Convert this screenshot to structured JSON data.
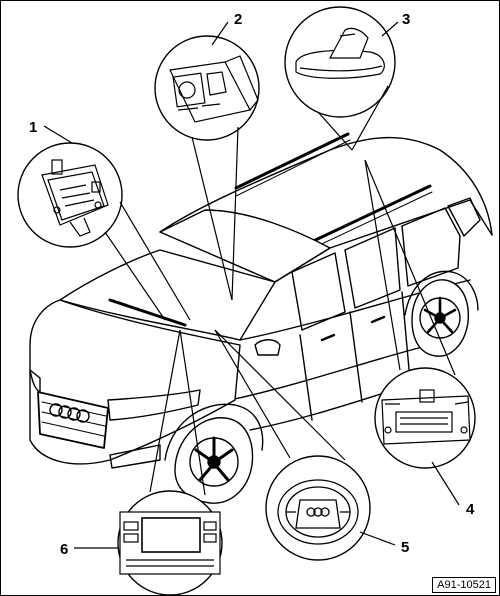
{
  "diagram": {
    "reference_code": "A91-10521",
    "callouts": [
      {
        "id": "1",
        "label": "1"
      },
      {
        "id": "2",
        "label": "2"
      },
      {
        "id": "3",
        "label": "3"
      },
      {
        "id": "4",
        "label": "4"
      },
      {
        "id": "5",
        "label": "5"
      },
      {
        "id": "6",
        "label": "6"
      }
    ]
  }
}
